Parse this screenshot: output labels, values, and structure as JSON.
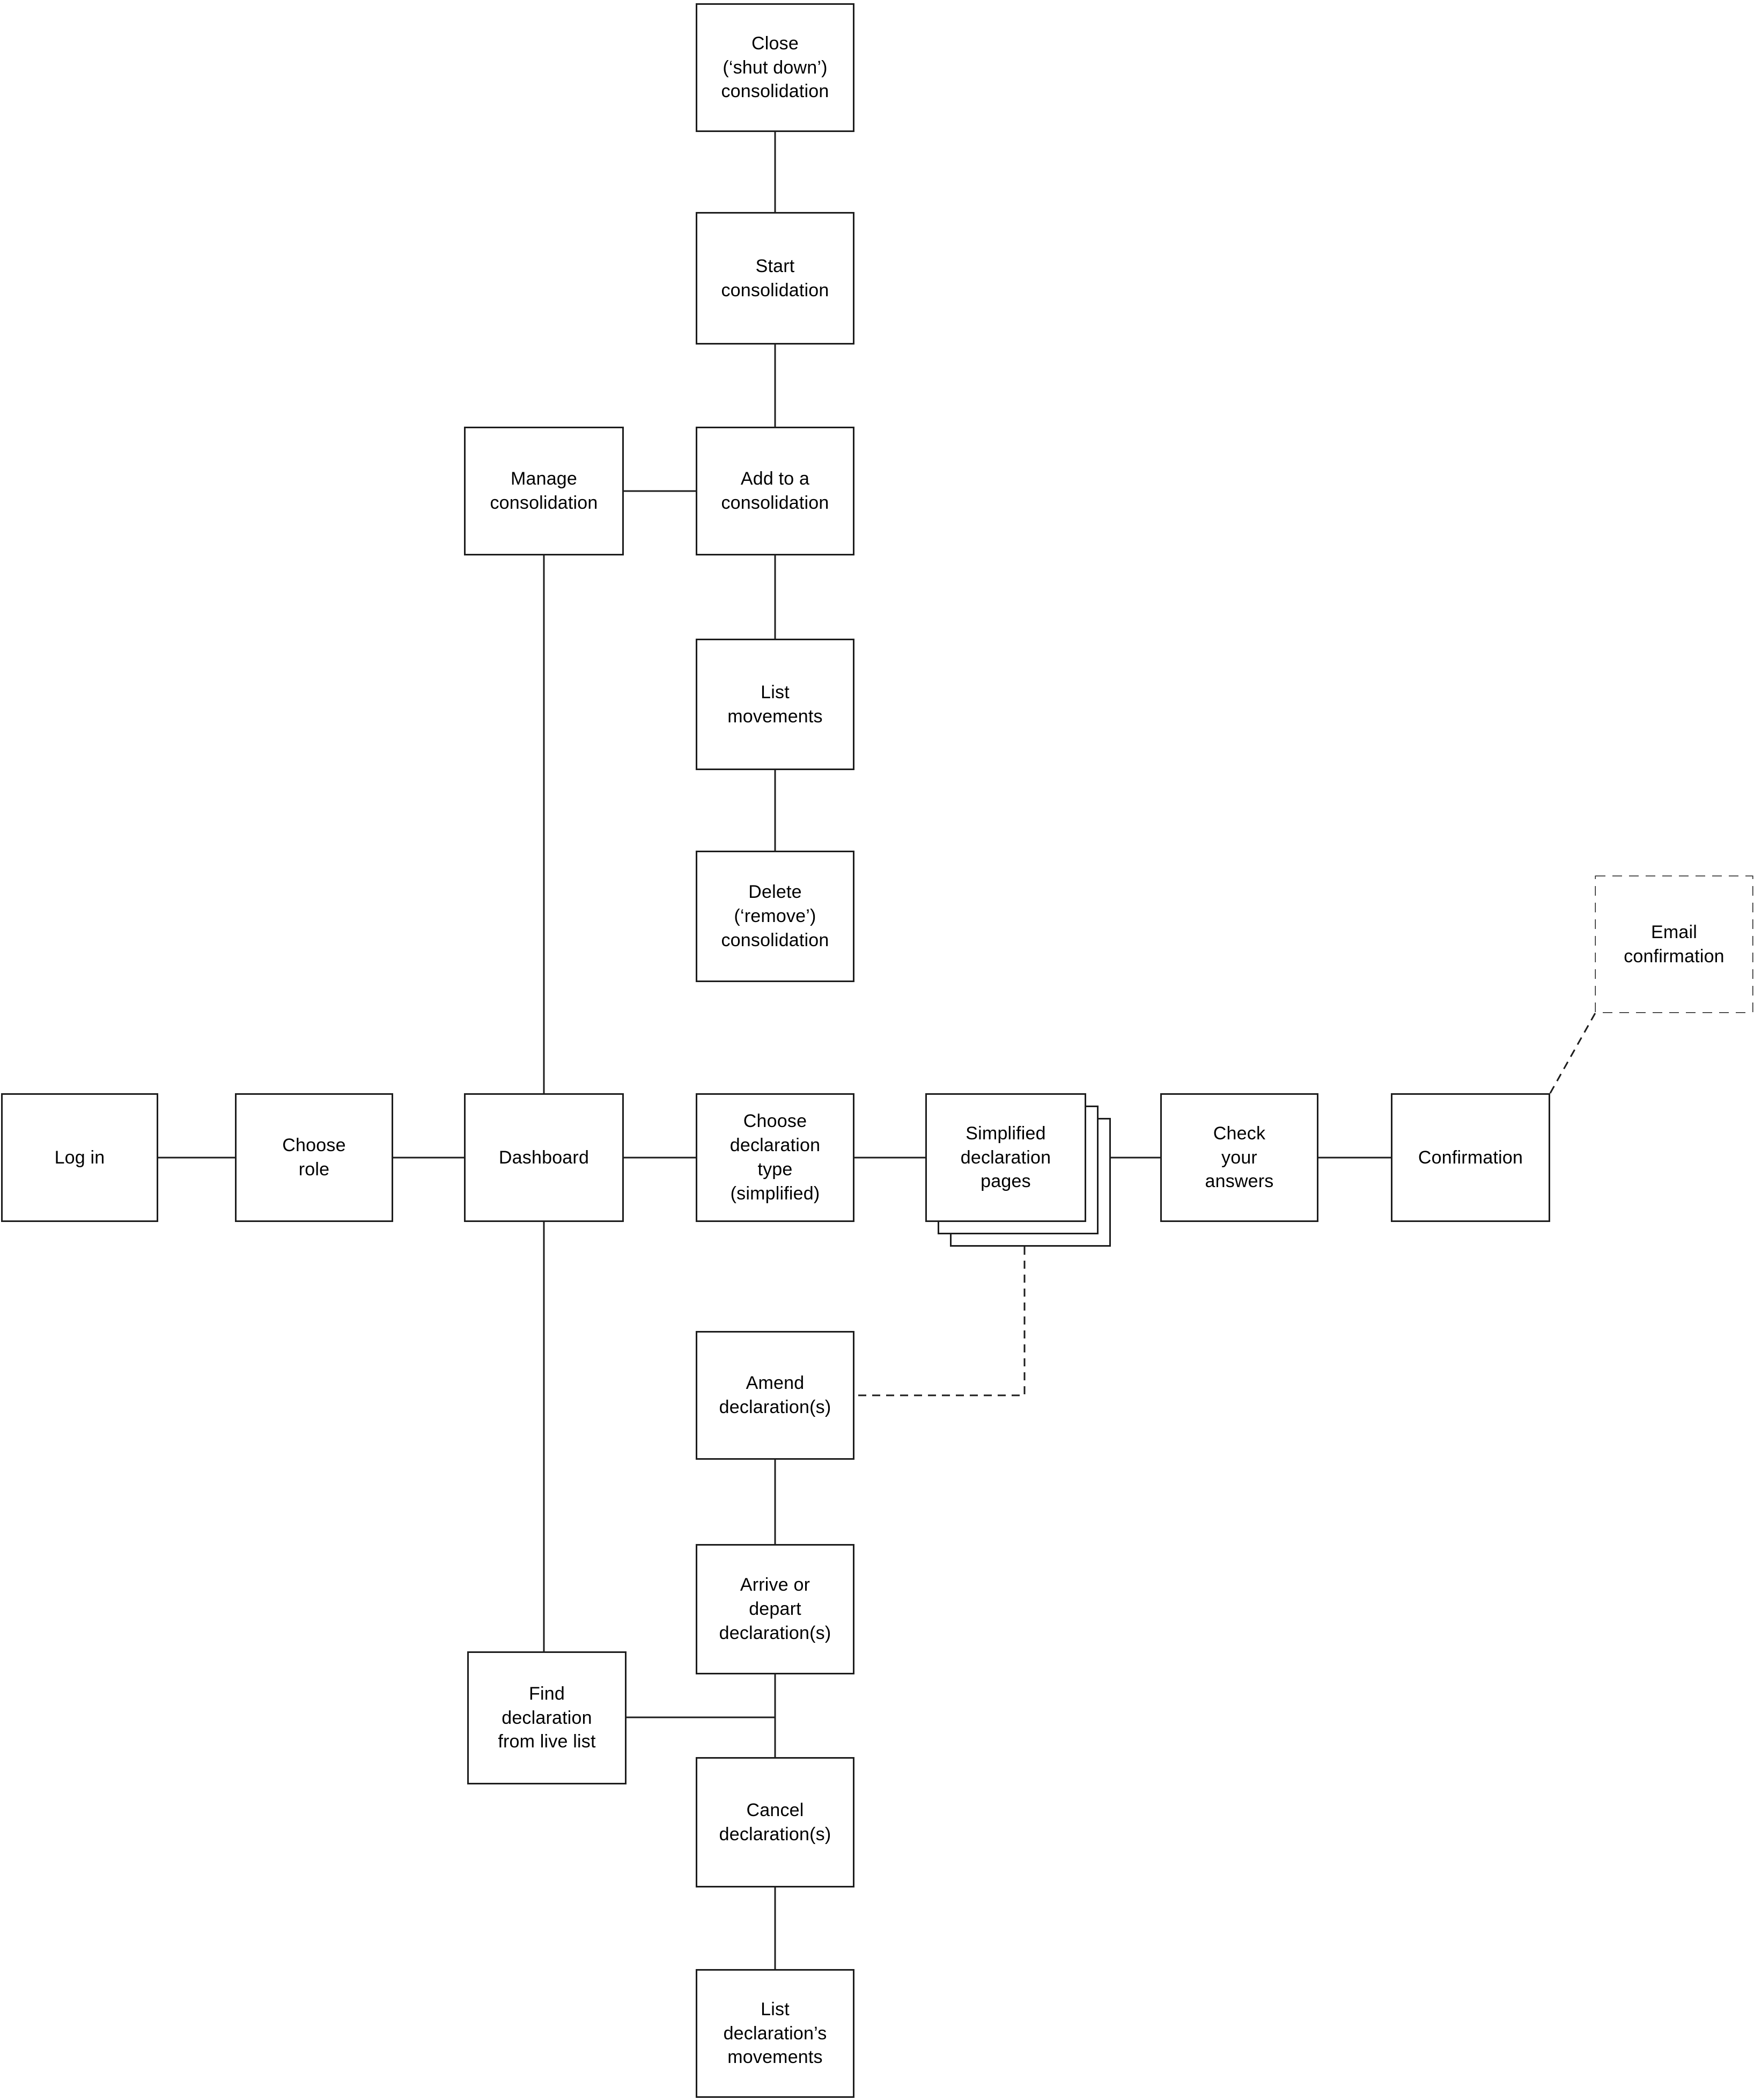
{
  "diagram": {
    "type": "flowchart",
    "background_color": "#ffffff",
    "line_color": "#1d1d1d",
    "text_color": "#000000",
    "nodes": {
      "close": {
        "label": "Close\n(‘shut down’)\nconsolidation",
        "style": "solid"
      },
      "start": {
        "label": "Start\nconsolidation",
        "style": "solid"
      },
      "manage": {
        "label": "Manage\nconsolidation",
        "style": "solid"
      },
      "add": {
        "label": "Add to a\nconsolidation",
        "style": "solid"
      },
      "list_movements": {
        "label": "List\nmovements",
        "style": "solid"
      },
      "delete": {
        "label": "Delete\n(‘remove’)\nconsolidation",
        "style": "solid"
      },
      "email": {
        "label": "Email\nconfirmation",
        "style": "dashed"
      },
      "login": {
        "label": "Log in",
        "style": "solid"
      },
      "choose_role": {
        "label": "Choose\nrole",
        "style": "solid"
      },
      "dashboard": {
        "label": "Dashboard",
        "style": "solid"
      },
      "choose_type": {
        "label": "Choose\ndeclaration\ntype\n(simplified)",
        "style": "solid"
      },
      "pages": {
        "label": "Simplified\ndeclaration\npages",
        "style": "solid-stacked"
      },
      "check": {
        "label": "Check\nyour\nanswers",
        "style": "solid"
      },
      "confirmation": {
        "label": "Confirmation",
        "style": "solid"
      },
      "amend": {
        "label": "Amend\ndeclaration(s)",
        "style": "solid"
      },
      "arrive": {
        "label": "Arrive or\ndepart\ndeclaration(s)",
        "style": "solid"
      },
      "find": {
        "label": "Find\ndeclaration\nfrom live list",
        "style": "solid"
      },
      "cancel": {
        "label": "Cancel\ndeclaration(s)",
        "style": "solid"
      },
      "list_declarations": {
        "label": "List\ndeclaration’s\nmovements",
        "style": "solid"
      }
    },
    "connections": [
      {
        "from": "close",
        "to": "start",
        "style": "solid"
      },
      {
        "from": "start",
        "to": "add",
        "style": "solid"
      },
      {
        "from": "manage",
        "to": "add",
        "style": "solid"
      },
      {
        "from": "add",
        "to": "list_movements",
        "style": "solid"
      },
      {
        "from": "list_movements",
        "to": "delete",
        "style": "solid"
      },
      {
        "from": "manage",
        "to": "dashboard",
        "style": "solid"
      },
      {
        "from": "login",
        "to": "choose_role",
        "style": "solid"
      },
      {
        "from": "choose_role",
        "to": "dashboard",
        "style": "solid"
      },
      {
        "from": "dashboard",
        "to": "choose_type",
        "style": "solid"
      },
      {
        "from": "choose_type",
        "to": "pages",
        "style": "solid"
      },
      {
        "from": "pages",
        "to": "check",
        "style": "solid"
      },
      {
        "from": "check",
        "to": "confirmation",
        "style": "solid"
      },
      {
        "from": "confirmation",
        "to": "email",
        "style": "dashed"
      },
      {
        "from": "pages",
        "to": "amend",
        "style": "dashed"
      },
      {
        "from": "dashboard",
        "to": "find",
        "style": "solid"
      },
      {
        "from": "amend",
        "to": "arrive",
        "style": "solid"
      },
      {
        "from": "arrive",
        "to": "cancel",
        "style": "solid"
      },
      {
        "from": "find",
        "to": "arrive-cancel-line",
        "style": "solid"
      },
      {
        "from": "cancel",
        "to": "list_declarations",
        "style": "solid"
      }
    ]
  }
}
